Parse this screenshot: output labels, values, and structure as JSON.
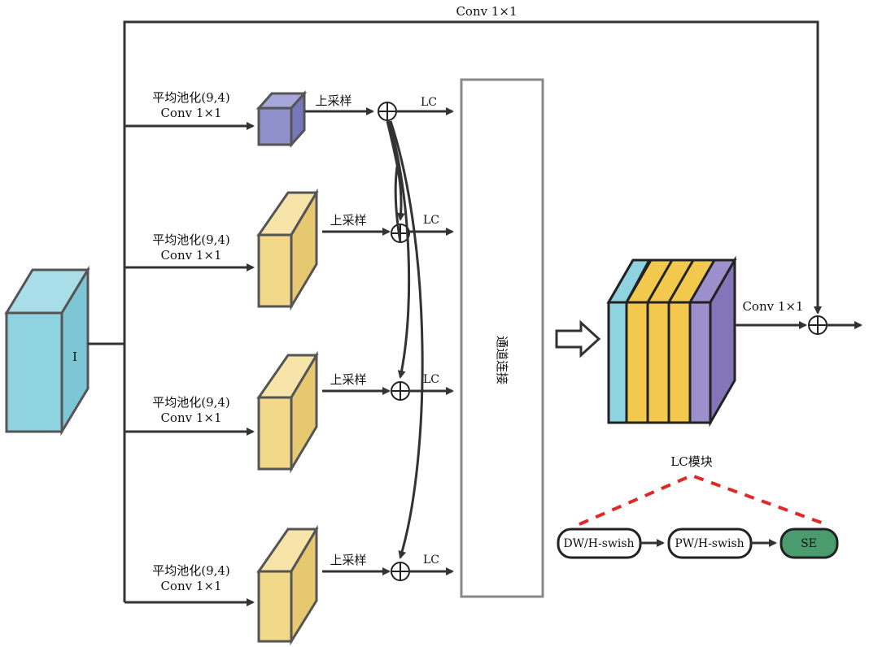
{
  "top_conv_label": "Conv 1×1",
  "input_label": "I",
  "branches": [
    {
      "pool_label": "平均池化(9,4)",
      "conv_label": "Conv 1×1",
      "upsample_label": "上采样",
      "lc_label": "LC"
    },
    {
      "pool_label": "平均池化(9,4)",
      "conv_label": "Conv 1×1",
      "upsample_label": "上采样",
      "lc_label": "LC"
    },
    {
      "pool_label": "平均池化(9,4)",
      "conv_label": "Conv 1×1",
      "upsample_label": "上采样",
      "lc_label": "LC"
    },
    {
      "pool_label": "平均池化(9,4)",
      "conv_label": "Conv 1×1",
      "upsample_label": "上采样",
      "lc_label": "LC"
    }
  ],
  "concat_label": "通道连接",
  "output_conv_label": "Conv 1×1",
  "lc_module": {
    "title": "LC模块",
    "steps": [
      "DW/H-swish",
      "PW/H-swish",
      "SE"
    ]
  },
  "colors": {
    "input_block": "#8fd3e0",
    "pool_block_first": "#8f8fcc",
    "pool_block": "#f2d98a",
    "stack_yellow": "#f2c94c",
    "stack_purple": "#9b8fcc",
    "se_fill": "#4a9c6e",
    "dashed_line": "#e02828",
    "line": "#333333"
  }
}
